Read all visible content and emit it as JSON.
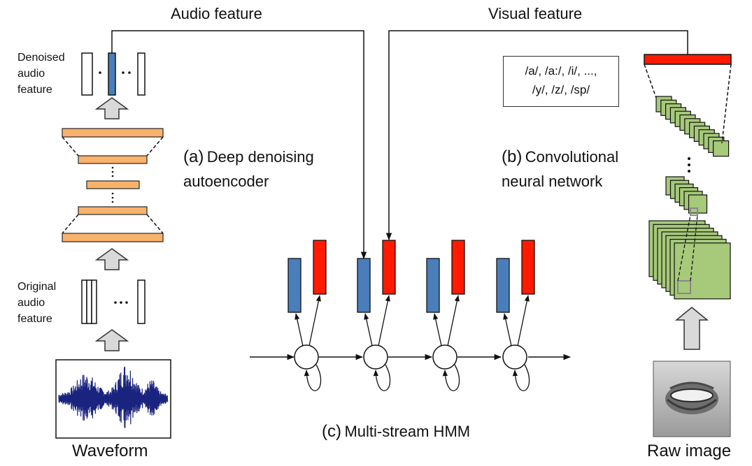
{
  "labels": {
    "audio_feature": "Audio feature",
    "visual_feature": "Visual feature",
    "denoised": [
      "Denoised",
      "audio",
      "feature"
    ],
    "original": [
      "Original",
      "audio",
      "feature"
    ],
    "ae_title_letter": "(a)",
    "ae_title_line1": "Deep denoising",
    "ae_title_line2": "autoencoder",
    "cnn_title_letter": "(b)",
    "cnn_title_line1": "Convolutional",
    "cnn_title_line2": "neural network",
    "hmm_title_letter": "(c)",
    "hmm_title": "Multi-stream HMM",
    "waveform": "Waveform",
    "raw_image": "Raw image",
    "phonemes_line1": "/a/, /a:/, /i/, ...,",
    "phonemes_line2": "/y/, /z/, /sp/"
  },
  "colors": {
    "audio_stream": "#4a7ebb",
    "visual_stream": "#ff1a00",
    "ae_layer": "#f9b26b",
    "cnn_map": "#a6c97a",
    "waveform": "#1a237e",
    "arrow_fill": "#d9d9d9"
  }
}
